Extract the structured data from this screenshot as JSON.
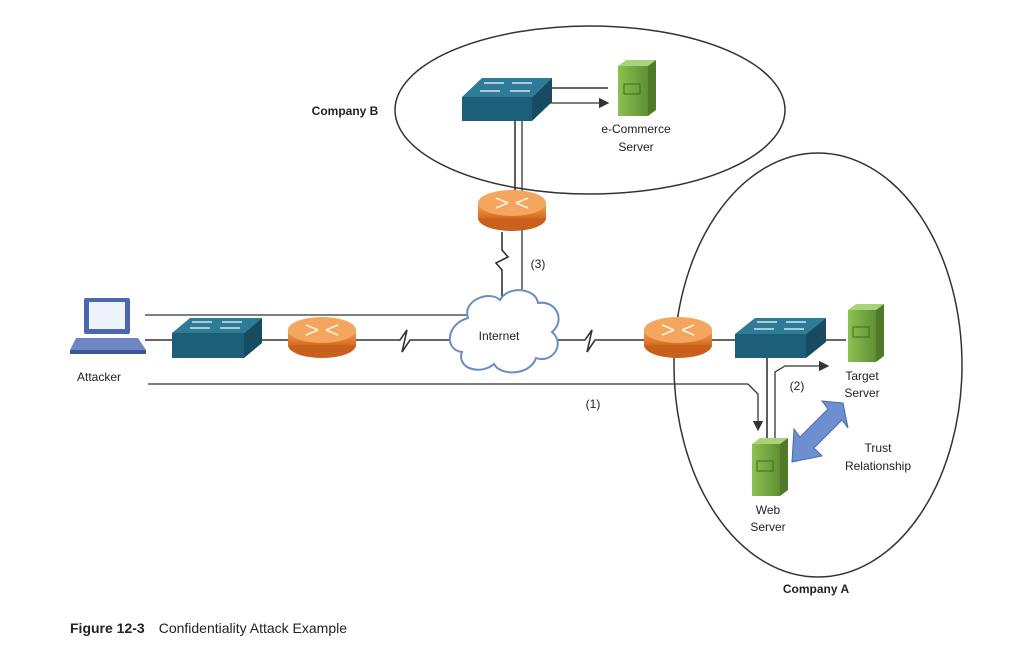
{
  "labels": {
    "company_b": "Company B",
    "company_a": "Company A",
    "ecommerce_line1": "e-Commerce",
    "ecommerce_line2": "Server",
    "internet": "Internet",
    "attacker": "Attacker",
    "target_line1": "Target",
    "target_line2": "Server",
    "web_line1": "Web",
    "web_line2": "Server",
    "trust_line1": "Trust",
    "trust_line2": "Relationship",
    "step1": "(1)",
    "step2": "(2)",
    "step3": "(3)"
  },
  "caption": {
    "figure": "Figure 12-3",
    "title": "Confidentiality Attack Example"
  },
  "colors": {
    "switch": "#1d5e78",
    "router": "#e8873a",
    "server": "#7db046",
    "trust_arrow": "#6d8fcf",
    "line": "#333333"
  }
}
